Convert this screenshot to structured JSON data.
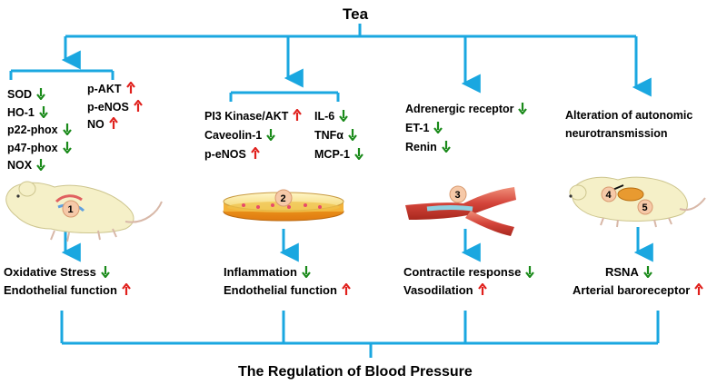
{
  "title": "Tea",
  "footer": "The Regulation of Blood Pressure",
  "colors": {
    "line": "#1aa7e0",
    "down": "#1a8a1a",
    "up": "#e0201c"
  },
  "col1": {
    "left_list": [
      {
        "label": "SOD",
        "dir": "down"
      },
      {
        "label": "HO-1",
        "dir": "down"
      },
      {
        "label": "p22-phox",
        "dir": "down"
      },
      {
        "label": "p47-phox",
        "dir": "down"
      },
      {
        "label": "NOX",
        "dir": "down"
      }
    ],
    "right_list": [
      {
        "label": "p-AKT",
        "dir": "up"
      },
      {
        "label": "p-eNOS",
        "dir": "up"
      },
      {
        "label": "NO",
        "dir": "up"
      }
    ],
    "marker": "1",
    "outcomes": [
      {
        "label": "Oxidative Stress",
        "dir": "down"
      },
      {
        "label": "Endothelial function",
        "dir": "up"
      }
    ]
  },
  "col2": {
    "left_list": [
      {
        "label": "PI3 Kinase/AKT",
        "dir": "up"
      },
      {
        "label": "Caveolin-1",
        "dir": "down"
      },
      {
        "label": "p-eNOS",
        "dir": "up"
      }
    ],
    "right_list": [
      {
        "label": "IL-6",
        "dir": "down"
      },
      {
        "label": "TNFα",
        "dir": "down"
      },
      {
        "label": "MCP-1",
        "dir": "down"
      }
    ],
    "marker": "2",
    "outcomes": [
      {
        "label": "Inflammation",
        "dir": "down"
      },
      {
        "label": "Endothelial function",
        "dir": "up"
      }
    ]
  },
  "col3": {
    "list": [
      {
        "label": "Adrenergic receptor",
        "dir": "down"
      },
      {
        "label": "ET-1",
        "dir": "down"
      },
      {
        "label": "Renin",
        "dir": "down"
      }
    ],
    "marker": "3",
    "outcomes": [
      {
        "label": "Contractile response",
        "dir": "down"
      },
      {
        "label": "Vasodilation",
        "dir": "up"
      }
    ]
  },
  "col4": {
    "line1": "Alteration of autonomic",
    "line2": "neurotransmission",
    "markers": [
      "4",
      "5"
    ],
    "outcomes": [
      {
        "label": "RSNA",
        "dir": "down"
      },
      {
        "label": "Arterial baroreceptor",
        "dir": "up"
      }
    ]
  }
}
